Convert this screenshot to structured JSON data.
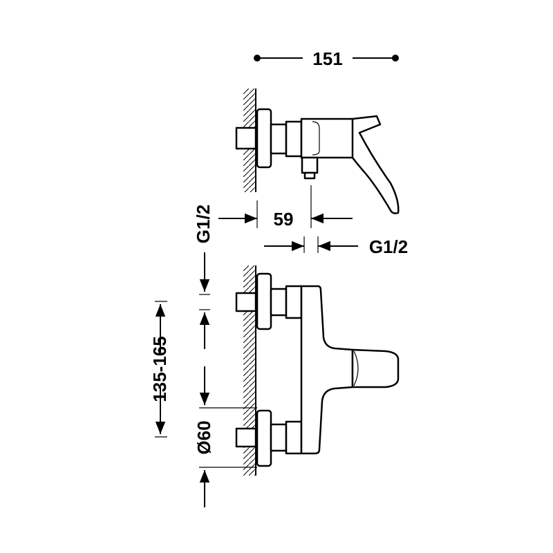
{
  "dimensions": {
    "overall_depth": "151",
    "projection": "59",
    "inlet_thread_top": "G1/2",
    "outlet_thread": "G1/2",
    "centre_distance": "135-165",
    "escutcheon_diameter": "Ø60"
  },
  "colors": {
    "line": "#000000",
    "background": "#ffffff"
  }
}
